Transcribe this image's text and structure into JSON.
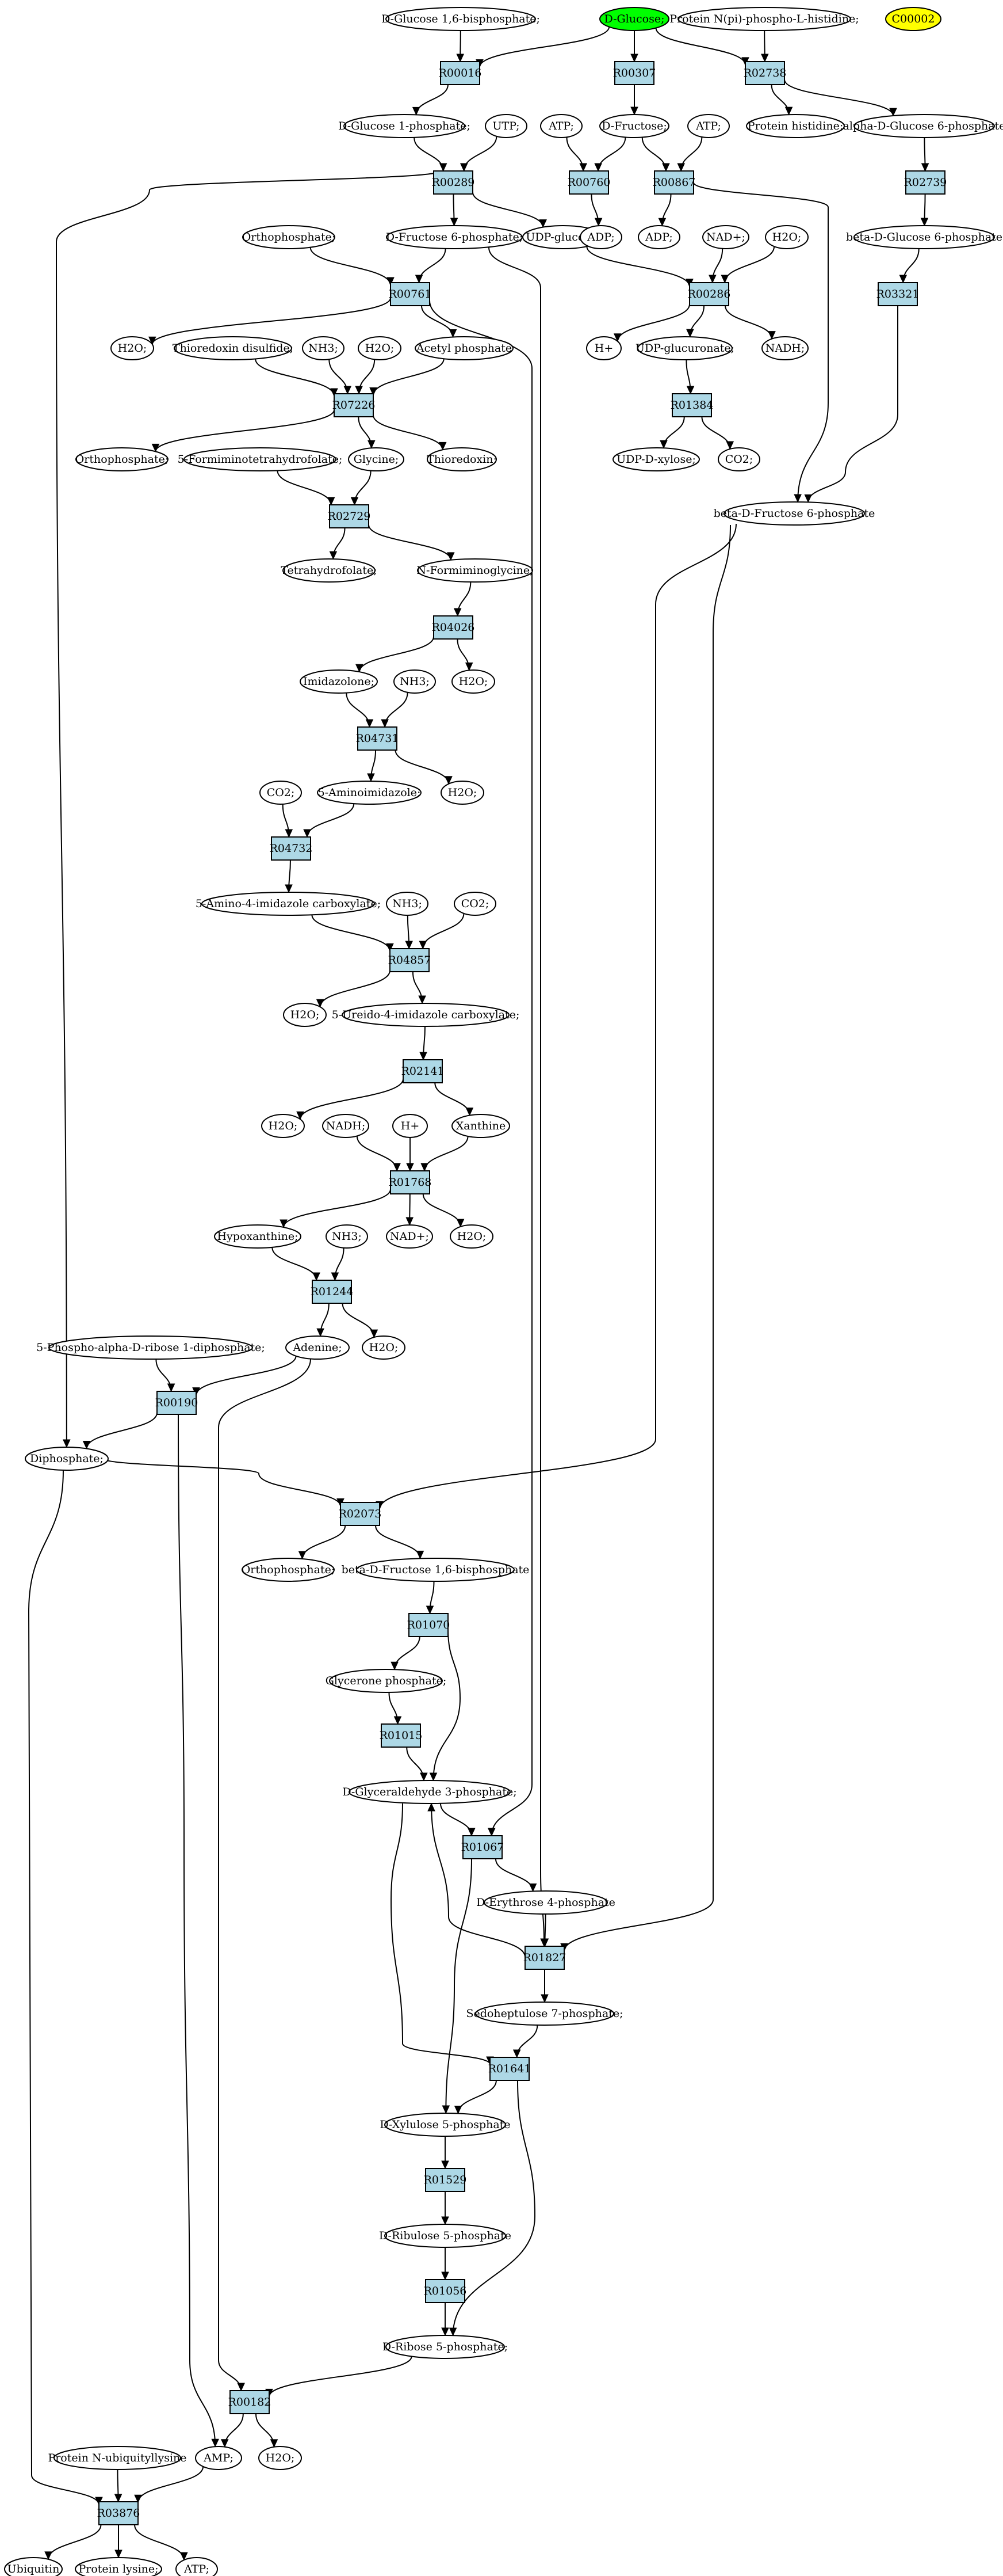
{
  "colors": {
    "compound_fill": "#ffffff",
    "reaction_fill": "#add8e6",
    "highlight_green": "#00ff00",
    "highlight_yellow": "#ffff00",
    "stroke": "#000000"
  },
  "compounds": [
    {
      "id": "c_glc16bp",
      "label": "D-Glucose 1,6-bisphosphate;"
    },
    {
      "id": "c_dglucose",
      "label": "D-Glucose;",
      "fill": "#00ff00"
    },
    {
      "id": "c_nphis",
      "label": "Protein N(pi)-phospho-L-histidine;"
    },
    {
      "id": "c_c00002",
      "label": "C00002",
      "fill": "#ffff00"
    },
    {
      "id": "c_glc1p",
      "label": "D-Glucose 1-phosphate;"
    },
    {
      "id": "c_utp",
      "label": "UTP;"
    },
    {
      "id": "c_atp1",
      "label": "ATP;"
    },
    {
      "id": "c_dfru",
      "label": "D-Fructose;"
    },
    {
      "id": "c_atp2",
      "label": "ATP;"
    },
    {
      "id": "c_prohis",
      "label": "Protein histidine;"
    },
    {
      "id": "c_aglc6p",
      "label": "alpha-D-Glucose 6-phosphate"
    },
    {
      "id": "c_ortho1",
      "label": "Orthophosphate;"
    },
    {
      "id": "c_fru6p",
      "label": "D-Fructose 6-phosphate;"
    },
    {
      "id": "c_udpglc",
      "label": "UDP-glucose;"
    },
    {
      "id": "c_adp1",
      "label": "ADP;"
    },
    {
      "id": "c_adp2",
      "label": "ADP;"
    },
    {
      "id": "c_nadp",
      "label": "NAD+;"
    },
    {
      "id": "c_h2o_a",
      "label": "H2O;"
    },
    {
      "id": "c_bglc6p",
      "label": "beta-D-Glucose 6-phosphate"
    },
    {
      "id": "c_h2o_b",
      "label": "H2O;"
    },
    {
      "id": "c_trxss",
      "label": "Thioredoxin disulfide;"
    },
    {
      "id": "c_nh3_a",
      "label": "NH3;"
    },
    {
      "id": "c_h2o_c",
      "label": "H2O;"
    },
    {
      "id": "c_acp",
      "label": "Acetyl phosphate"
    },
    {
      "id": "c_hplus1",
      "label": "H+"
    },
    {
      "id": "c_udpglcur",
      "label": "UDP-glucuronate;"
    },
    {
      "id": "c_nadh1",
      "label": "NADH;"
    },
    {
      "id": "c_ortho2",
      "label": "Orthophosphate;"
    },
    {
      "id": "c_fthf",
      "label": "5-Formiminotetrahydrofolate;"
    },
    {
      "id": "c_gly",
      "label": "Glycine;"
    },
    {
      "id": "c_trx",
      "label": "Thioredoxin;"
    },
    {
      "id": "c_udpxyl",
      "label": "UDP-D-xylose;"
    },
    {
      "id": "c_co2_a",
      "label": "CO2;"
    },
    {
      "id": "c_bfru6p",
      "label": "beta-D-Fructose 6-phosphate"
    },
    {
      "id": "c_thf",
      "label": "Tetrahydrofolate;"
    },
    {
      "id": "c_nfgly",
      "label": "N-Formiminoglycine;"
    },
    {
      "id": "c_imid",
      "label": "Imidazolone;"
    },
    {
      "id": "c_nh3_b",
      "label": "NH3;"
    },
    {
      "id": "c_h2o_d",
      "label": "H2O;"
    },
    {
      "id": "c_co2_b",
      "label": "CO2;"
    },
    {
      "id": "c_aminoimid",
      "label": "5-Aminoimidazole;"
    },
    {
      "id": "c_h2o_e",
      "label": "H2O;"
    },
    {
      "id": "c_aic",
      "label": "5-Amino-4-imidazole carboxylate;"
    },
    {
      "id": "c_nh3_c",
      "label": "NH3;"
    },
    {
      "id": "c_co2_c",
      "label": "CO2;"
    },
    {
      "id": "c_h2o_f",
      "label": "H2O;"
    },
    {
      "id": "c_uic",
      "label": "5-Ureido-4-imidazole carboxylate;"
    },
    {
      "id": "c_h2o_g",
      "label": "H2O;"
    },
    {
      "id": "c_nadh2",
      "label": "NADH;"
    },
    {
      "id": "c_hplus2",
      "label": "H+"
    },
    {
      "id": "c_xan",
      "label": "Xanthine"
    },
    {
      "id": "c_hypo",
      "label": "Hypoxanthine;"
    },
    {
      "id": "c_nh3_d",
      "label": "NH3;"
    },
    {
      "id": "c_nadp2",
      "label": "NAD+;"
    },
    {
      "id": "c_h2o_h",
      "label": "H2O;"
    },
    {
      "id": "c_prpp",
      "label": "5-Phospho-alpha-D-ribose 1-diphosphate;"
    },
    {
      "id": "c_ade",
      "label": "Adenine;"
    },
    {
      "id": "c_h2o_i",
      "label": "H2O;"
    },
    {
      "id": "c_diph",
      "label": "Diphosphate;"
    },
    {
      "id": "c_ortho3",
      "label": "Orthophosphate;"
    },
    {
      "id": "c_fbp",
      "label": "beta-D-Fructose 1,6-bisphosphate"
    },
    {
      "id": "c_gp",
      "label": "Glycerone phosphate;"
    },
    {
      "id": "c_g3p",
      "label": "D-Glyceraldehyde 3-phosphate;"
    },
    {
      "id": "c_e4p",
      "label": "D-Erythrose 4-phosphate"
    },
    {
      "id": "c_s7p",
      "label": "Sedoheptulose 7-phosphate;"
    },
    {
      "id": "c_x5p",
      "label": "D-Xylulose 5-phosphate"
    },
    {
      "id": "c_ru5p",
      "label": "D-Ribulose 5-phosphate"
    },
    {
      "id": "c_r5p",
      "label": "D-Ribose 5-phosphate;"
    },
    {
      "id": "c_publ",
      "label": "Protein N-ubiquityllysine"
    },
    {
      "id": "c_amp",
      "label": "AMP;"
    },
    {
      "id": "c_h2o_j",
      "label": "H2O;"
    },
    {
      "id": "c_ubq",
      "label": "Ubiquitin"
    },
    {
      "id": "c_plys",
      "label": "Protein lysine;"
    },
    {
      "id": "c_atp3",
      "label": "ATP;"
    }
  ],
  "reactions": [
    {
      "id": "R00016",
      "label": "R00016"
    },
    {
      "id": "R00307",
      "label": "R00307"
    },
    {
      "id": "R02738",
      "label": "R02738"
    },
    {
      "id": "R00289",
      "label": "R00289"
    },
    {
      "id": "R00760",
      "label": "R00760"
    },
    {
      "id": "R00867",
      "label": "R00867"
    },
    {
      "id": "R02739",
      "label": "R02739"
    },
    {
      "id": "R00761",
      "label": "R00761"
    },
    {
      "id": "R00286",
      "label": "R00286"
    },
    {
      "id": "R03321",
      "label": "R03321"
    },
    {
      "id": "R07226",
      "label": "R07226"
    },
    {
      "id": "R01384",
      "label": "R01384"
    },
    {
      "id": "R02729",
      "label": "R02729"
    },
    {
      "id": "R04026",
      "label": "R04026"
    },
    {
      "id": "R04731",
      "label": "R04731"
    },
    {
      "id": "R04732",
      "label": "R04732"
    },
    {
      "id": "R04857",
      "label": "R04857"
    },
    {
      "id": "R02141",
      "label": "R02141"
    },
    {
      "id": "R01768",
      "label": "R01768"
    },
    {
      "id": "R01244",
      "label": "R01244"
    },
    {
      "id": "R00190",
      "label": "R00190"
    },
    {
      "id": "R02073",
      "label": "R02073"
    },
    {
      "id": "R01070",
      "label": "R01070"
    },
    {
      "id": "R01015",
      "label": "R01015"
    },
    {
      "id": "R01067",
      "label": "R01067"
    },
    {
      "id": "R01827",
      "label": "R01827"
    },
    {
      "id": "R01641",
      "label": "R01641"
    },
    {
      "id": "R01529",
      "label": "R01529"
    },
    {
      "id": "R01056",
      "label": "R01056"
    },
    {
      "id": "R00182",
      "label": "R00182"
    },
    {
      "id": "R03876",
      "label": "R03876"
    }
  ],
  "edges": [
    [
      "c_glc16bp",
      "R00016"
    ],
    [
      "c_dglucose",
      "R00016"
    ],
    [
      "R00016",
      "c_glc1p"
    ],
    [
      "c_dglucose",
      "R00307"
    ],
    [
      "R00307",
      "c_dfru"
    ],
    [
      "c_dglucose",
      "R02738"
    ],
    [
      "c_nphis",
      "R02738"
    ],
    [
      "R02738",
      "c_prohis"
    ],
    [
      "R02738",
      "c_aglc6p"
    ],
    [
      "c_glc1p",
      "R00289"
    ],
    [
      "c_utp",
      "R00289"
    ],
    [
      "R00289",
      "c_fru6p"
    ],
    [
      "R00289",
      "c_udpglc"
    ],
    [
      "R00289",
      "c_diph"
    ],
    [
      "c_atp1",
      "R00760"
    ],
    [
      "c_dfru",
      "R00760"
    ],
    [
      "R00760",
      "c_adp1"
    ],
    [
      "c_atp2",
      "R00867"
    ],
    [
      "c_dfru",
      "R00867"
    ],
    [
      "R00867",
      "c_adp2"
    ],
    [
      "R00867",
      "c_bfru6p"
    ],
    [
      "c_aglc6p",
      "R02739"
    ],
    [
      "R02739",
      "c_bglc6p"
    ],
    [
      "c_ortho1",
      "R00761"
    ],
    [
      "c_fru6p",
      "R00761"
    ],
    [
      "R00761",
      "c_h2o_b"
    ],
    [
      "R00761",
      "c_acp"
    ],
    [
      "R00761",
      "R01067"
    ],
    [
      "c_fru6p",
      "R01827"
    ],
    [
      "c_udpglc",
      "R00286"
    ],
    [
      "c_nadp",
      "R00286"
    ],
    [
      "c_h2o_a",
      "R00286"
    ],
    [
      "R00286",
      "c_hplus1"
    ],
    [
      "R00286",
      "c_udpglcur"
    ],
    [
      "R00286",
      "c_nadh1"
    ],
    [
      "c_bglc6p",
      "R03321"
    ],
    [
      "R03321",
      "c_bfru6p"
    ],
    [
      "c_trxss",
      "R07226"
    ],
    [
      "c_nh3_a",
      "R07226"
    ],
    [
      "c_h2o_c",
      "R07226"
    ],
    [
      "c_acp",
      "R07226"
    ],
    [
      "R07226",
      "c_ortho2"
    ],
    [
      "R07226",
      "c_gly"
    ],
    [
      "R07226",
      "c_trx"
    ],
    [
      "c_udpglcur",
      "R01384"
    ],
    [
      "R01384",
      "c_udpxyl"
    ],
    [
      "R01384",
      "c_co2_a"
    ],
    [
      "c_fthf",
      "R02729"
    ],
    [
      "c_gly",
      "R02729"
    ],
    [
      "R02729",
      "c_thf"
    ],
    [
      "R02729",
      "c_nfgly"
    ],
    [
      "c_nfgly",
      "R04026"
    ],
    [
      "R04026",
      "c_imid"
    ],
    [
      "R04026",
      "c_h2o_d"
    ],
    [
      "c_imid",
      "R04731"
    ],
    [
      "c_nh3_b",
      "R04731"
    ],
    [
      "R04731",
      "c_aminoimid"
    ],
    [
      "R04731",
      "c_h2o_e"
    ],
    [
      "c_co2_b",
      "R04732"
    ],
    [
      "c_aminoimid",
      "R04732"
    ],
    [
      "R04732",
      "c_aic"
    ],
    [
      "c_aic",
      "R04857"
    ],
    [
      "c_nh3_c",
      "R04857"
    ],
    [
      "c_co2_c",
      "R04857"
    ],
    [
      "R04857",
      "c_h2o_f"
    ],
    [
      "R04857",
      "c_uic"
    ],
    [
      "c_uic",
      "R02141"
    ],
    [
      "R02141",
      "c_h2o_g"
    ],
    [
      "R02141",
      "c_xan"
    ],
    [
      "c_nadh2",
      "R01768"
    ],
    [
      "c_hplus2",
      "R01768"
    ],
    [
      "c_xan",
      "R01768"
    ],
    [
      "R01768",
      "c_hypo"
    ],
    [
      "R01768",
      "c_nadp2"
    ],
    [
      "R01768",
      "c_h2o_h"
    ],
    [
      "c_hypo",
      "R01244"
    ],
    [
      "c_nh3_d",
      "R01244"
    ],
    [
      "R01244",
      "c_ade"
    ],
    [
      "R01244",
      "c_h2o_i"
    ],
    [
      "c_prpp",
      "R00190"
    ],
    [
      "c_ade",
      "R00190"
    ],
    [
      "R00190",
      "c_diph"
    ],
    [
      "R00190",
      "c_amp"
    ],
    [
      "c_ade",
      "R00182"
    ],
    [
      "c_bfru6p",
      "R02073"
    ],
    [
      "c_diph",
      "R02073"
    ],
    [
      "R02073",
      "c_ortho3"
    ],
    [
      "R02073",
      "c_fbp"
    ],
    [
      "c_bfru6p",
      "R01827"
    ],
    [
      "c_diph",
      "R03876"
    ],
    [
      "c_fbp",
      "R01070"
    ],
    [
      "R01070",
      "c_gp"
    ],
    [
      "R01070",
      "c_g3p"
    ],
    [
      "c_gp",
      "R01015"
    ],
    [
      "R01015",
      "c_g3p"
    ],
    [
      "c_g3p",
      "R01067"
    ],
    [
      "R01067",
      "c_e4p"
    ],
    [
      "R01067",
      "c_x5p"
    ],
    [
      "c_g3p",
      "R01641"
    ],
    [
      "c_e4p",
      "R01827"
    ],
    [
      "R01827",
      "c_g3p"
    ],
    [
      "R01827",
      "c_s7p"
    ],
    [
      "c_s7p",
      "R01641"
    ],
    [
      "R01641",
      "c_x5p"
    ],
    [
      "R01641",
      "c_r5p"
    ],
    [
      "c_x5p",
      "R01529"
    ],
    [
      "R01529",
      "c_ru5p"
    ],
    [
      "c_ru5p",
      "R01056"
    ],
    [
      "R01056",
      "c_r5p"
    ],
    [
      "c_r5p",
      "R00182"
    ],
    [
      "R00182",
      "c_amp"
    ],
    [
      "R00182",
      "c_h2o_j"
    ],
    [
      "c_publ",
      "R03876"
    ],
    [
      "c_amp",
      "R03876"
    ],
    [
      "R03876",
      "c_ubq"
    ],
    [
      "R03876",
      "c_plys"
    ],
    [
      "R03876",
      "c_atp3"
    ]
  ]
}
